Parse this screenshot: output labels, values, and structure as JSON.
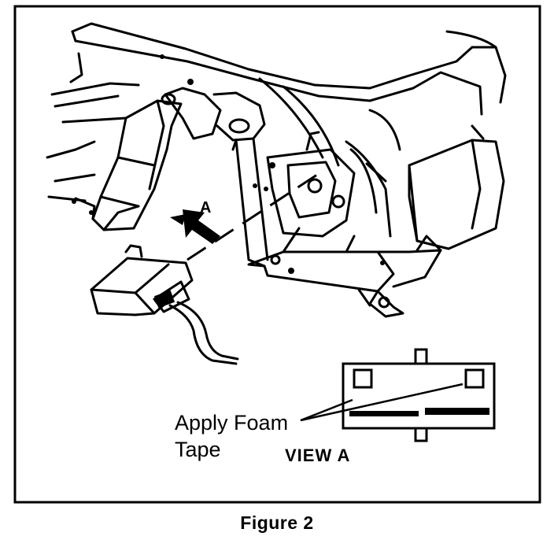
{
  "labels": {
    "view_marker": "A",
    "apply_line1": "Apply Foam",
    "apply_line2": "Tape",
    "view_title": "VIEW  A"
  },
  "caption": "Figure 2"
}
